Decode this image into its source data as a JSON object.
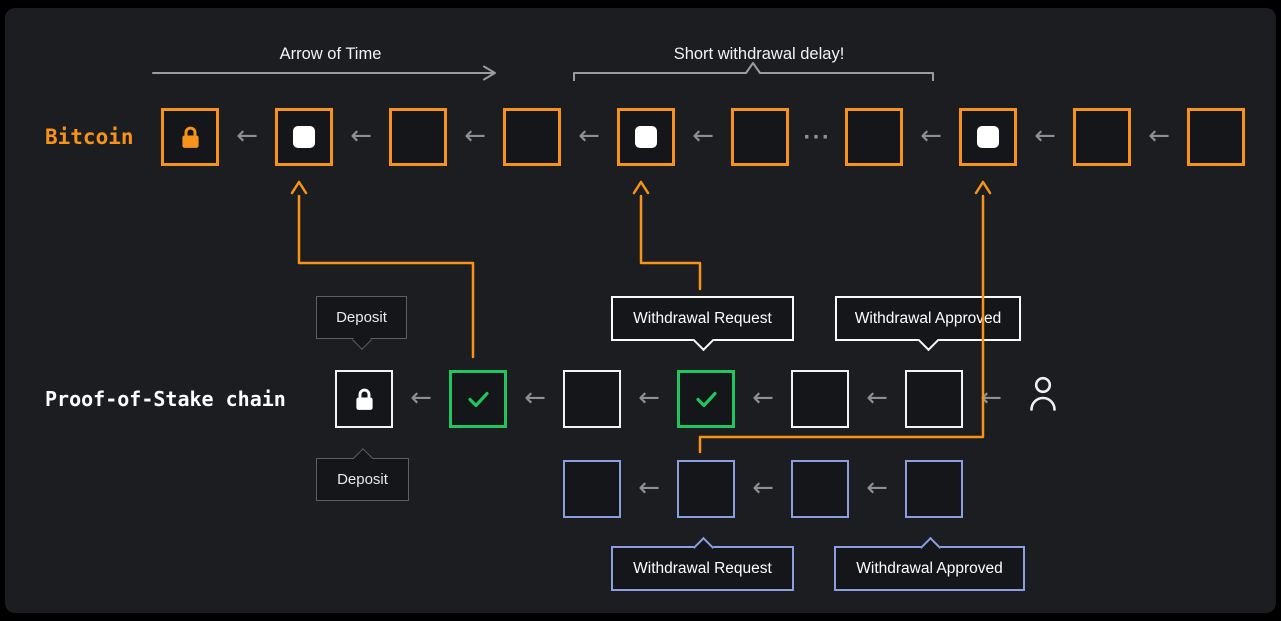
{
  "labels": {
    "arrow_of_time": "Arrow of Time",
    "short_withdrawal_delay": "Short withdrawal delay!"
  },
  "callouts": {
    "deposit_top": "Deposit",
    "deposit_bottom": "Deposit",
    "withdrawal_request_top": "Withdrawal Request",
    "withdrawal_approved_top": "Withdrawal Approved",
    "withdrawal_request_bottom": "Withdrawal Request",
    "withdrawal_approved_bottom": "Withdrawal Approved"
  },
  "glyphs": {
    "left_arrow": "←",
    "ellipsis": "···"
  },
  "colors": {
    "background": "#1b1d21",
    "bitcoin_orange": "#f7931a",
    "confirmed_green": "#22c55e",
    "exit_blue": "#8b9fe0",
    "arrow_gray": "#8f8f8f"
  },
  "chains": {
    "bitcoin": {
      "name": "Bitcoin",
      "blocks": [
        {
          "icon": "lock-icon",
          "style": "orange"
        },
        {
          "icon": "filled-square-icon",
          "style": "orange"
        },
        {
          "icon": null,
          "style": "orange"
        },
        {
          "icon": null,
          "style": "orange"
        },
        {
          "icon": "filled-square-icon",
          "style": "orange"
        },
        {
          "icon": null,
          "style": "orange"
        },
        {
          "icon": null,
          "style": "orange"
        },
        {
          "icon": "filled-square-icon",
          "style": "orange"
        },
        {
          "icon": null,
          "style": "orange"
        },
        {
          "icon": null,
          "style": "orange"
        }
      ],
      "connectors": [
        "arrow",
        "arrow",
        "arrow",
        "arrow",
        "arrow",
        "ellipsis",
        "arrow",
        "arrow",
        "arrow"
      ]
    },
    "pos": {
      "name": "Proof-of-Stake chain",
      "blocks": [
        {
          "icon": "lock-icon",
          "style": "white"
        },
        {
          "icon": "check-icon",
          "style": "green"
        },
        {
          "icon": null,
          "style": "white"
        },
        {
          "icon": "check-icon",
          "style": "green"
        },
        {
          "icon": null,
          "style": "white"
        },
        {
          "icon": null,
          "style": "white"
        }
      ],
      "connectors": [
        "arrow",
        "arrow",
        "arrow",
        "arrow",
        "arrow"
      ],
      "trailing_connector": "arrow"
    },
    "exit": {
      "name": "",
      "blocks": [
        {
          "icon": null,
          "style": "blue"
        },
        {
          "icon": null,
          "style": "blue"
        },
        {
          "icon": null,
          "style": "blue"
        },
        {
          "icon": null,
          "style": "blue"
        }
      ],
      "connectors": [
        "arrow",
        "arrow",
        "arrow"
      ]
    }
  }
}
